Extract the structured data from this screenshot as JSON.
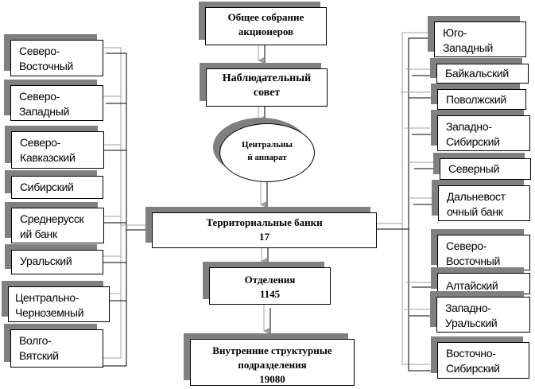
{
  "center": {
    "general_meeting": [
      "Общее собрание",
      "акционеров"
    ],
    "supervisory_board": [
      "Наблюдательный",
      "совет"
    ],
    "central_office": [
      "Центральны",
      "й аппарат"
    ],
    "territorial_banks": [
      "Территориальные банки",
      "17"
    ],
    "branches": [
      "Отделения",
      "1145"
    ],
    "internal_units": [
      "Внутренние структурные",
      "подразделения",
      "19080"
    ]
  },
  "left_banks": [
    [
      "Северо-",
      "Восточный"
    ],
    [
      "Северо-",
      "Западный"
    ],
    [
      "Северо-",
      "Кавказский"
    ],
    [
      "Сибирский"
    ],
    [
      "Среднерусск",
      "ий банк"
    ],
    [
      "Уральский"
    ],
    [
      "Центрально-",
      "Черноземный"
    ],
    [
      "Волго-",
      "Вятский"
    ]
  ],
  "right_banks": [
    [
      "Юго-",
      "Западный"
    ],
    [
      "Байкальский"
    ],
    [
      "Поволжский"
    ],
    [
      "Западно-",
      "Сибирский"
    ],
    [
      "Северный"
    ],
    [
      "Дальневост",
      "очный банк"
    ],
    [
      "Северо-",
      "Восточный"
    ],
    [
      "Алтайский"
    ],
    [
      "Западно-",
      "Уральский"
    ],
    [
      "Восточно-",
      "Сибирский"
    ]
  ],
  "colors": {
    "shadow": "#808080",
    "line_gray": "#a0a0a0",
    "line_black": "#000000"
  }
}
